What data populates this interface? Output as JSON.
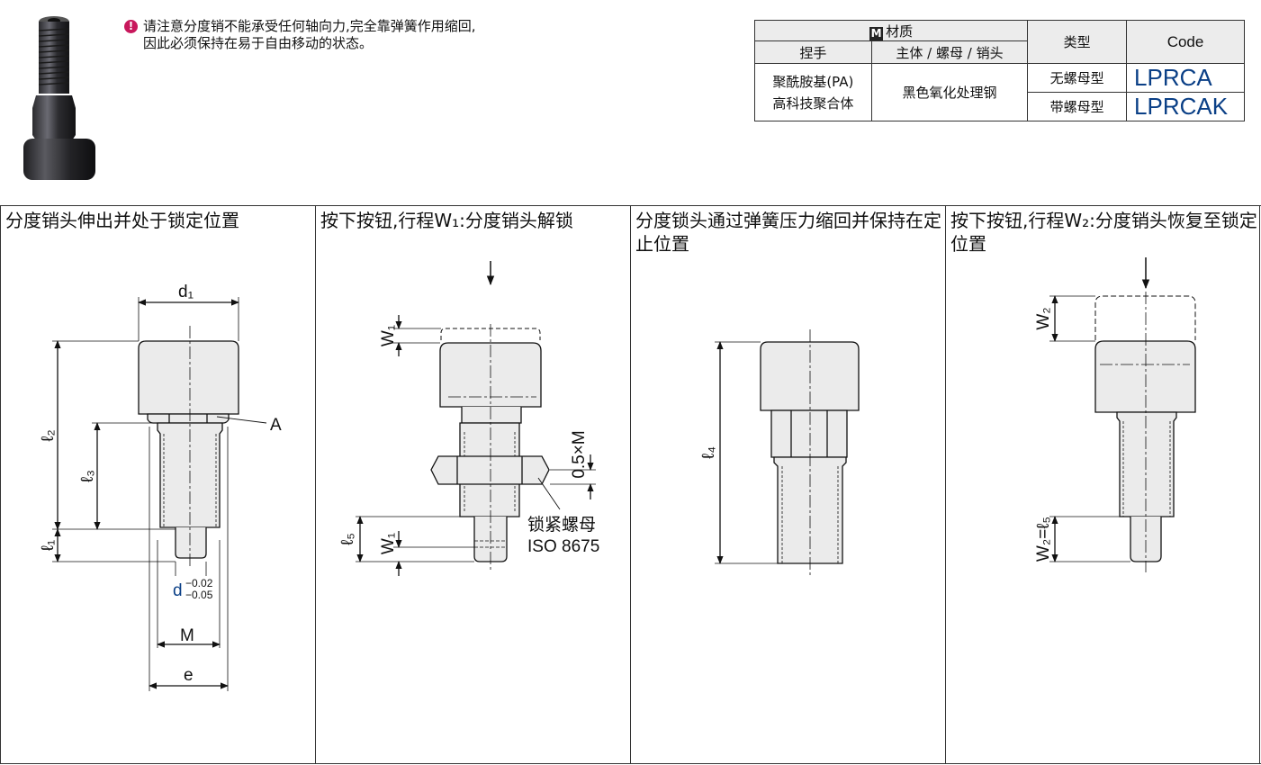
{
  "notice": {
    "line1": "请注意分度销不能承受任何轴向力,完全靠弹簧作用缩回,",
    "line2": "因此必须保持在易于自由移动的状态。"
  },
  "table": {
    "material_badge": "M",
    "material": "材质",
    "type": "类型",
    "code": "Code",
    "handle": "捏手",
    "body": "主体 / 螺母 / 销头",
    "handle_value_1": "聚酰胺基(PA)",
    "handle_value_2": "高科技聚合体",
    "body_value": "黑色氧化处理钢",
    "rows": [
      {
        "type": "无螺母型",
        "code": "LPRCA"
      },
      {
        "type": "带螺母型",
        "code": "LPRCAK"
      }
    ]
  },
  "panels": {
    "p1_title": "分度销头伸出并处于锁定位置",
    "p2_title": "按下按钮,行程W₁:分度销头解锁",
    "p3_title": "分度锁头通过弹簧压力缩回并保持在定止位置",
    "p4_title": "按下按钮,行程W₂:分度销头恢复至锁定位置"
  },
  "labels": {
    "d1": "d₁",
    "l2": "ℓ₂",
    "l3": "ℓ₃",
    "l1": "ℓ₁",
    "A": "A",
    "d": "d",
    "tol_up": "−0.02",
    "tol_lo": "−0.05",
    "M": "M",
    "e": "e",
    "W1": "W₁",
    "l5": "ℓ₅",
    "lock_nut": "锁紧螺母",
    "iso": "ISO 8675",
    "pitch": "0.5×M",
    "l4": "ℓ₄",
    "W2": "W₂",
    "W2eq": "W₂=ℓ₅"
  }
}
